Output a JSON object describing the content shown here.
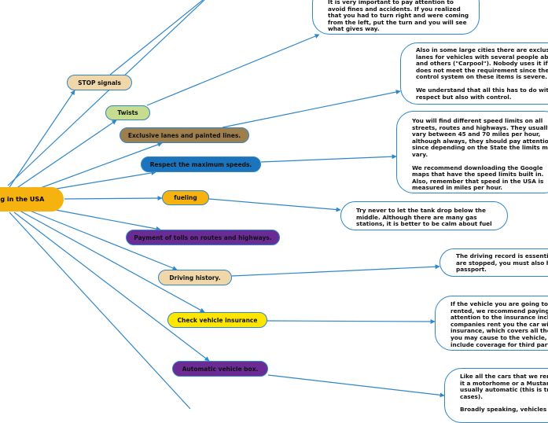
{
  "central_topic": {
    "label": "ng in the USA",
    "color": "#f6b20f"
  },
  "line_color": "#2f86c9",
  "topics": [
    {
      "id": "stop",
      "label": "STOP signals",
      "fill": "#efd7a9",
      "border": "#2f86c9",
      "text_color": "#111111"
    },
    {
      "id": "twists",
      "label": "Twists",
      "fill": "#c6dc8e",
      "border": "#2f86c9",
      "text_color": "#111111"
    },
    {
      "id": "lanes",
      "label": "Exclusive lanes and painted lines.",
      "fill": "#9e7f4c",
      "border": "#2f86c9",
      "text_color": "#111111"
    },
    {
      "id": "speed",
      "label": "Respect the maximum speeds.",
      "fill": "#1c75bc",
      "border": "#2f86c9",
      "text_color": "#111111"
    },
    {
      "id": "fueling",
      "label": "fueling",
      "fill": "#f6b20f",
      "border": "#2f86c9",
      "text_color": "#111111"
    },
    {
      "id": "tolls",
      "label": "Payment of tolls on routes and highways.",
      "fill": "#6a2b94",
      "border": "#2f86c9",
      "text_color": "#111111"
    },
    {
      "id": "history",
      "label": "Driving history.",
      "fill": "#efd7a9",
      "border": "#2f86c9",
      "text_color": "#111111"
    },
    {
      "id": "insurance",
      "label": "Check vehicle insurance",
      "fill": "#ffe600",
      "border": "#2f86c9",
      "text_color": "#111111"
    },
    {
      "id": "gearbox",
      "label": "Automatic vehicle box.",
      "fill": "#6a2b94",
      "border": "#2f86c9",
      "text_color": "#111111"
    }
  ],
  "notes": [
    {
      "id": "note-stop",
      "paragraphs": [
        "It is very important to pay attention to\navoid fines and accidents. If you realized\nthat you had to turn right and were coming\nfrom the left, put the turn and you will see\nwhat gives way."
      ]
    },
    {
      "id": "note-lanes",
      "paragraphs": [
        "Also in some large cities there are exclusiv\nlanes for vehicles with several people abov\nand others (\"Carpool\"). Nobody uses it if it\ndoes not meet the requirement since the\ncontrol system on these items is severe.",
        "We understand that all this has to do with\nrespect but also with control."
      ]
    },
    {
      "id": "note-speed",
      "paragraphs": [
        "You will find different speed limits on all\nstreets, routes and highways. They usually\nvary between 45 and 70 miles per hour,\nalthough always, they should pay attention\nsince depending on the State the limits may\nvary.",
        "We recommend downloading the Google\nmaps that have the speed limits built in.\nAlso, remember that speed in the USA is\nmeasured in miles per hour."
      ]
    },
    {
      "id": "note-fueling",
      "paragraphs": [
        "Try never to let the tank drop below the\nmiddle. Although there are many gas\nstations, it is better to be calm about fuel"
      ]
    },
    {
      "id": "note-history",
      "paragraphs": [
        "The driving record is essential\nare stopped, you must also ha\npassport."
      ]
    },
    {
      "id": "note-insurance",
      "paragraphs": [
        "If the vehicle you are going to d\nrented, we recommend paying s\nattention to the insurance inclu\ncompanies rent you the car with\ninsurance, which covers all the\nyou may cause to the vehicle, b\ninclude coverage for third partie"
      ]
    },
    {
      "id": "note-gearbox",
      "paragraphs": [
        "Like all the cars that we rent\nit a motorhome or a Mustang\nusually automatic (this is tru\ncases).",
        "Broadly speaking, vehicles w"
      ]
    }
  ]
}
